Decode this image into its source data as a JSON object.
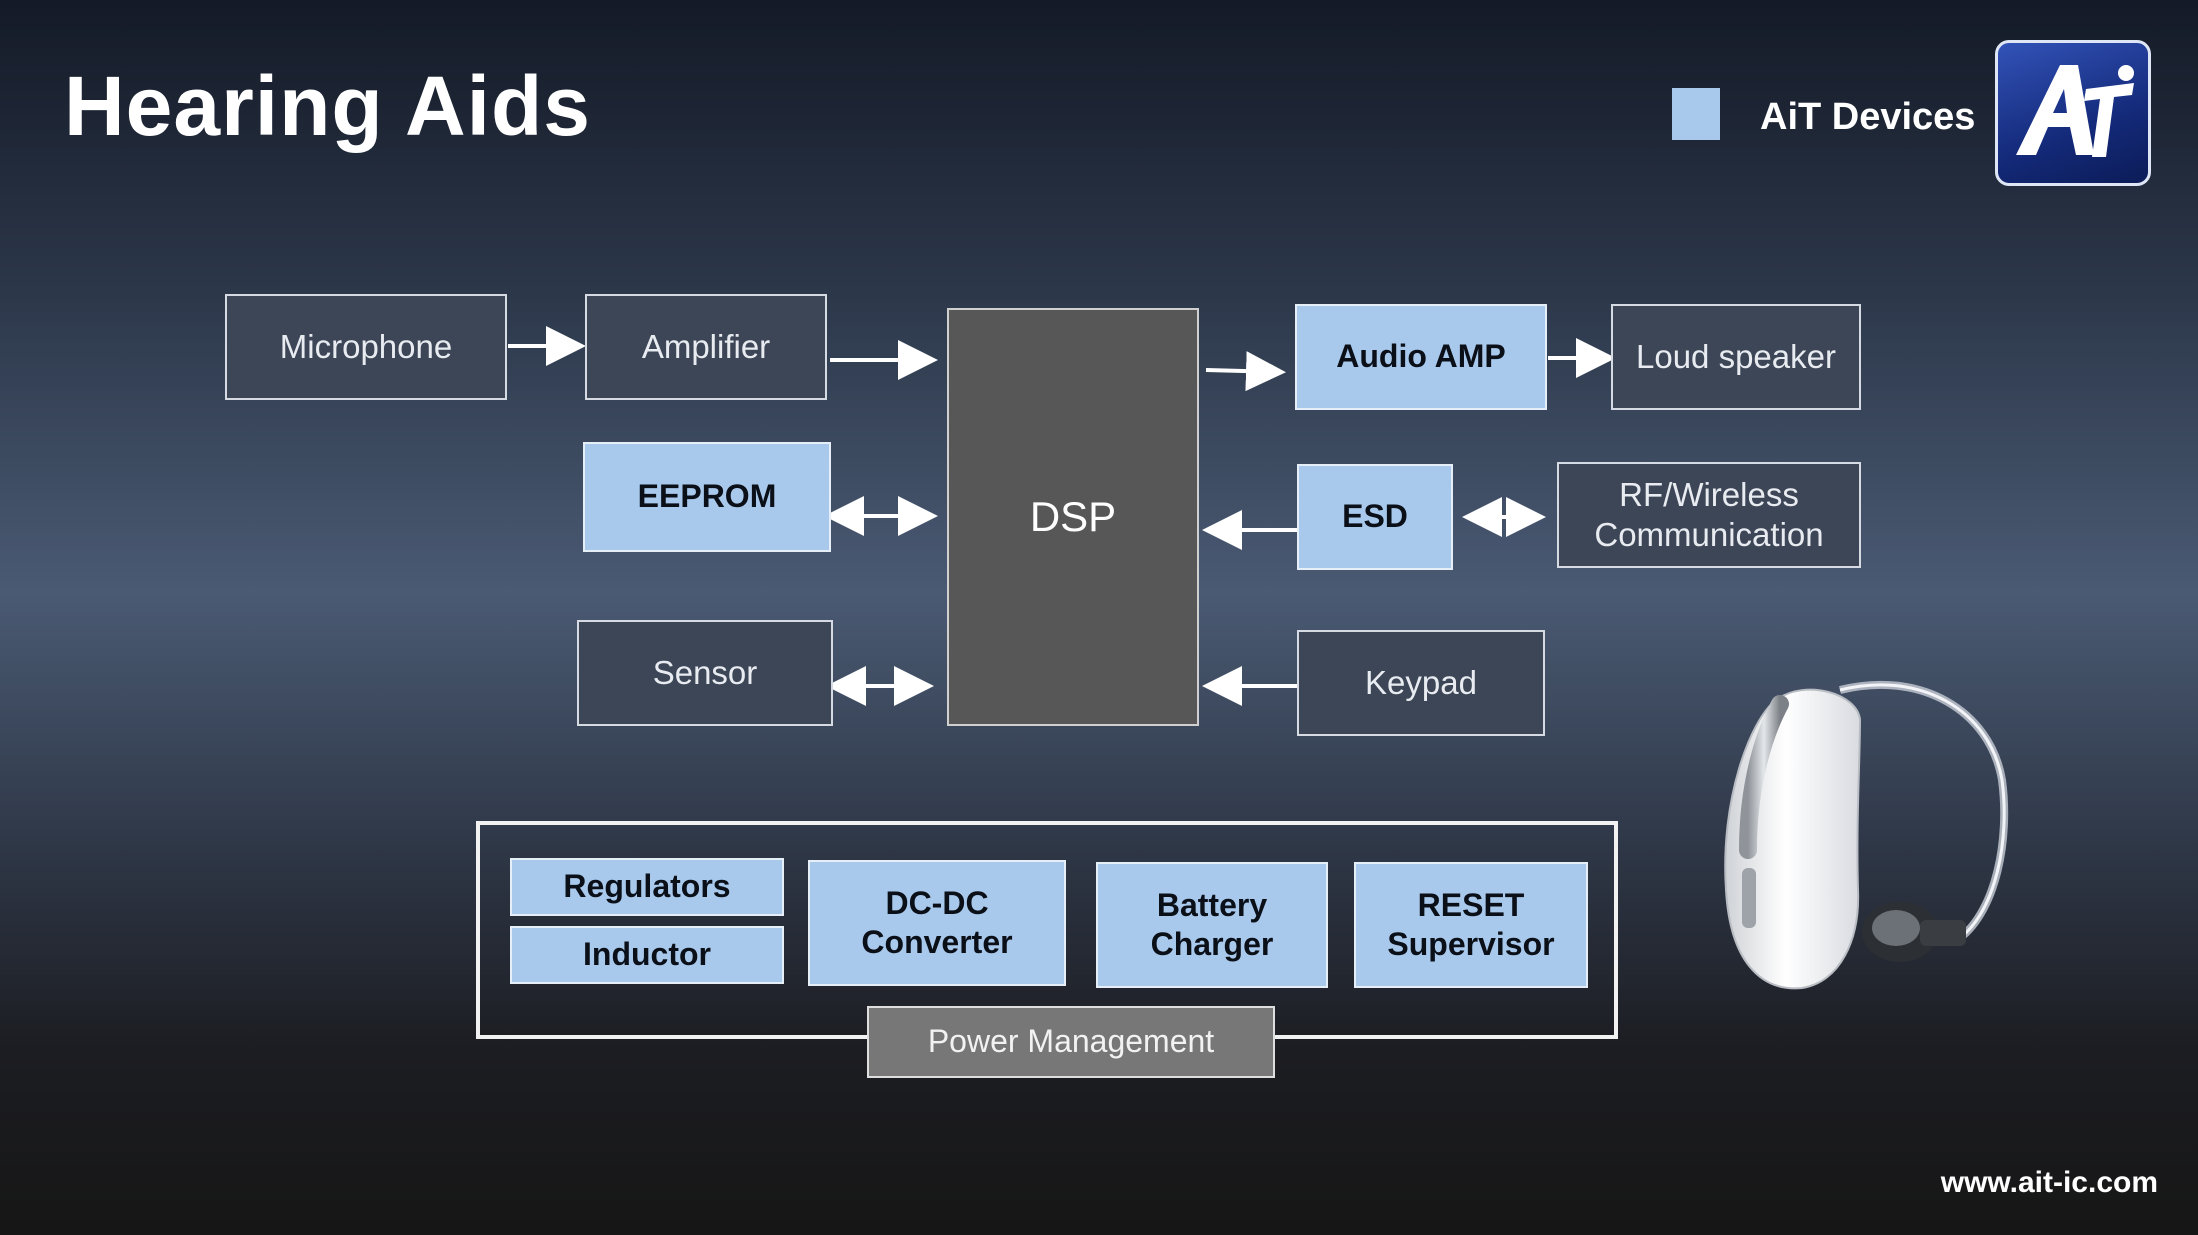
{
  "title": "Hearing Aids",
  "legend": {
    "label": "AiT Devices",
    "swatch_color": "#a9c9ec"
  },
  "logo": {
    "text": "AiT",
    "icon": "ait-logo-icon"
  },
  "blocks": {
    "microphone": "Microphone",
    "amplifier": "Amplifier",
    "eeprom": "EEPROM",
    "sensor": "Sensor",
    "dsp": "DSP",
    "audio_amp": "Audio AMP",
    "loud_speaker": "Loud speaker",
    "esd": "ESD",
    "rf_wireless": "RF/Wireless\nCommunication",
    "keypad": "Keypad"
  },
  "power": {
    "label": "Power Management",
    "regulators": "Regulators",
    "inductor": "Inductor",
    "dcdc": "DC-DC\nConverter",
    "battery": "Battery\nCharger",
    "reset": "RESET\nSupervisor"
  },
  "footer": {
    "url": "www.ait-ic.com"
  },
  "colors": {
    "ait_block": "#a9c9ec",
    "generic_block": "#3d4657",
    "dsp": "#575757"
  }
}
